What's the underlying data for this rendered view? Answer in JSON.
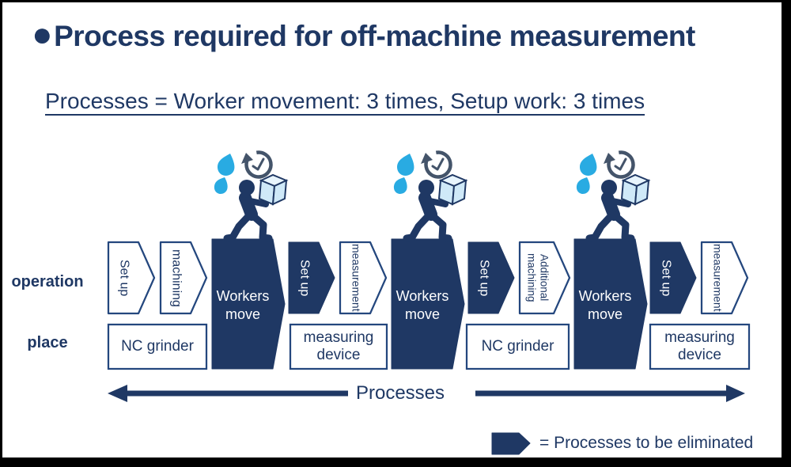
{
  "header": {
    "bullet": "●",
    "title": "Process required for off-machine measurement",
    "subtitle": "Processes = Worker movement: 3 times, Setup work: 3 times"
  },
  "rows": [
    {
      "label": "operation"
    },
    {
      "label": "place"
    }
  ],
  "process": {
    "steps": [
      {
        "label": "Set up",
        "eliminated": false
      },
      {
        "label": "machining",
        "eliminated": false
      },
      {
        "label": "Workers move",
        "eliminated": true
      },
      {
        "label": "Set up",
        "eliminated": true
      },
      {
        "label": "measurement",
        "eliminated": false
      },
      {
        "label": "Workers move",
        "eliminated": true
      },
      {
        "label": "Set up",
        "eliminated": true
      },
      {
        "label": "Additional machining",
        "eliminated": false
      },
      {
        "label": "Workers move",
        "eliminated": true
      },
      {
        "label": "Set up",
        "eliminated": true
      },
      {
        "label": "measurement",
        "eliminated": false
      }
    ],
    "places": [
      {
        "label": "NC grinder"
      },
      {
        "label": "measuring device"
      },
      {
        "label": "NC grinder"
      },
      {
        "label": "measuring device"
      }
    ]
  },
  "axis": {
    "label": "Processes"
  },
  "legend": {
    "label": "= Processes to be eliminated"
  },
  "icons": {
    "worker": "worker-carrying-box-icon",
    "sweat": "sweat-drops-icon",
    "timer": "stopwatch-rotate-icon",
    "bullet": "title-bullet-icon"
  },
  "colors": {
    "navy": "#1f3864",
    "outline": "#24477e",
    "cyan": "#29abe2",
    "timer_gray": "#44546a",
    "box_fill": "#cfe9f8",
    "box_top": "#e8f5fd",
    "background": "#ffffff",
    "frame": "#000000"
  }
}
